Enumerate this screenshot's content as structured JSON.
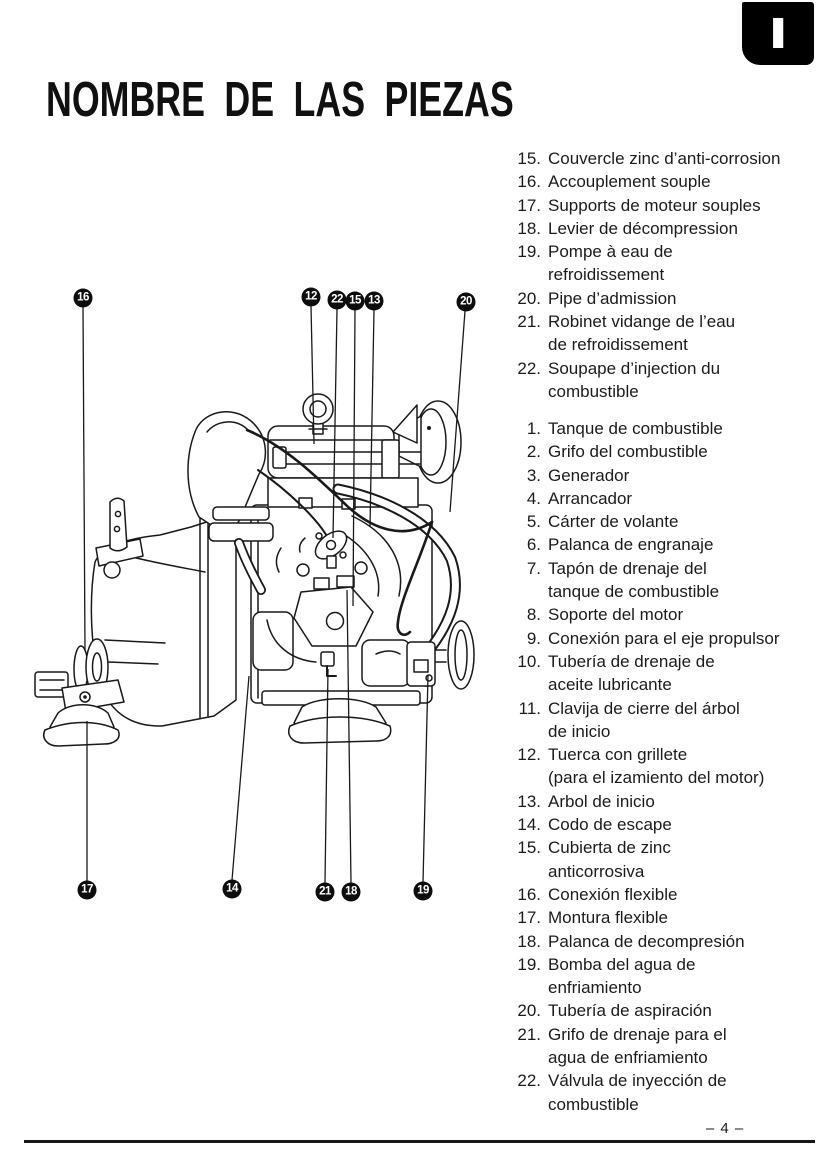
{
  "page": {
    "tab_label": "I",
    "title": "NOMBRE DE LAS PIEZAS",
    "page_number": "– 4 –"
  },
  "colors": {
    "ink": "#191919",
    "paper": "#ffffff"
  },
  "diagram": {
    "description": "Line-art side view of a small marine diesel engine with numbered callouts",
    "callouts": {
      "top": [
        "16",
        "12",
        "22",
        "15",
        "13",
        "20"
      ],
      "bottom": [
        "17",
        "14",
        "21",
        "18",
        "19"
      ]
    }
  },
  "lists": {
    "french": {
      "items": [
        {
          "num": "15.",
          "lines": [
            "Couvercle zinc d’anti-corrosion"
          ]
        },
        {
          "num": "16.",
          "lines": [
            "Accouplement souple"
          ]
        },
        {
          "num": "17.",
          "lines": [
            "Supports de moteur souples"
          ]
        },
        {
          "num": "18.",
          "lines": [
            "Levier de décompression"
          ]
        },
        {
          "num": "19.",
          "lines": [
            "Pompe à eau de",
            "refroidissement"
          ]
        },
        {
          "num": "20.",
          "lines": [
            "Pipe d’admission"
          ]
        },
        {
          "num": "21.",
          "lines": [
            "Robinet vidange de l’eau",
            "de refroidissement"
          ]
        },
        {
          "num": "22.",
          "lines": [
            "Soupape d’injection du",
            "combustible"
          ]
        }
      ]
    },
    "spanish": {
      "items": [
        {
          "num": "1.",
          "lines": [
            "Tanque de combustible"
          ]
        },
        {
          "num": "2.",
          "lines": [
            "Grifo del combustible"
          ]
        },
        {
          "num": "3.",
          "lines": [
            "Generador"
          ]
        },
        {
          "num": "4.",
          "lines": [
            "Arrancador"
          ]
        },
        {
          "num": "5.",
          "lines": [
            "Cárter de volante"
          ]
        },
        {
          "num": "6.",
          "lines": [
            "Palanca de engranaje"
          ]
        },
        {
          "num": "7.",
          "lines": [
            "Tapón de drenaje del",
            "tanque de combustible"
          ]
        },
        {
          "num": "8.",
          "lines": [
            "Soporte del motor"
          ]
        },
        {
          "num": "9.",
          "lines": [
            "Conexión para el eje propulsor"
          ]
        },
        {
          "num": "10.",
          "lines": [
            "Tubería de drenaje de",
            "aceite lubricante"
          ]
        },
        {
          "num": "11.",
          "lines": [
            "Clavija de cierre del árbol",
            "de inicio"
          ]
        },
        {
          "num": "12.",
          "lines": [
            "Tuerca con grillete",
            "(para el izamiento del motor)"
          ]
        },
        {
          "num": "13.",
          "lines": [
            "Arbol de inicio"
          ]
        },
        {
          "num": "14.",
          "lines": [
            "Codo de escape"
          ]
        },
        {
          "num": "15.",
          "lines": [
            "Cubierta de zinc",
            "anticorrosiva"
          ]
        },
        {
          "num": "16.",
          "lines": [
            "Conexión flexible"
          ]
        },
        {
          "num": "17.",
          "lines": [
            "Montura flexible"
          ]
        },
        {
          "num": "18.",
          "lines": [
            "Palanca de decompresión"
          ]
        },
        {
          "num": "19.",
          "lines": [
            "Bomba del agua de",
            "enfriamiento"
          ]
        },
        {
          "num": "20.",
          "lines": [
            "Tubería de aspiración"
          ]
        },
        {
          "num": "21.",
          "lines": [
            "Grifo de drenaje para el",
            "agua de enfriamiento"
          ]
        },
        {
          "num": "22.",
          "lines": [
            "Válvula de inyección de",
            "combustible"
          ]
        }
      ]
    }
  }
}
